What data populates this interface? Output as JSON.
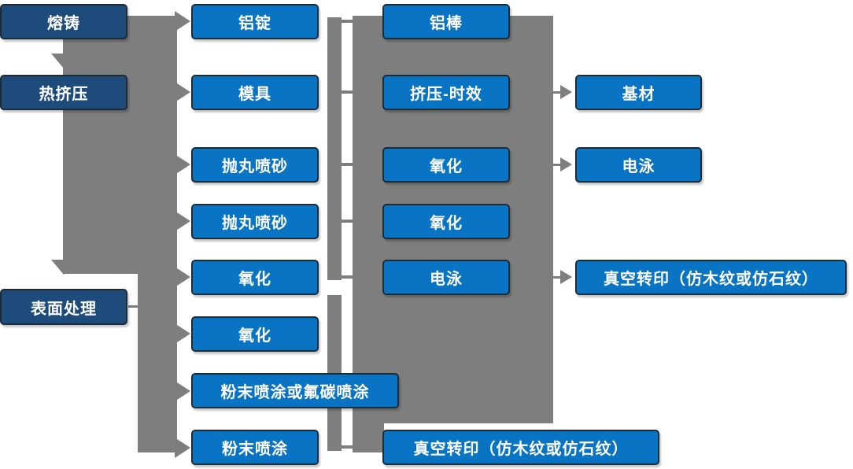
{
  "flowchart": {
    "stages": [
      "熔铸",
      "热挤压",
      "表面处理"
    ],
    "preparation": [
      "铝锭",
      "模具",
      "抛丸喷砂",
      "抛丸喷砂",
      "氧化",
      "氧化",
      "粉末喷涂或氟碳喷涂",
      "粉末喷涂"
    ],
    "processing": [
      "铝棒",
      "挤压-时效",
      "氧化",
      "氧化",
      "电泳",
      "真空转印（仿木纹或仿石纹）"
    ],
    "outputs": [
      "基材",
      "电泳",
      "真空转印（仿木纹或仿石纹）"
    ],
    "colors": {
      "stage_box": "#1C4B7C",
      "process_box": "#0A74C4",
      "connector": "#7E7E7E",
      "text_color": "#FFFFFF"
    }
  }
}
